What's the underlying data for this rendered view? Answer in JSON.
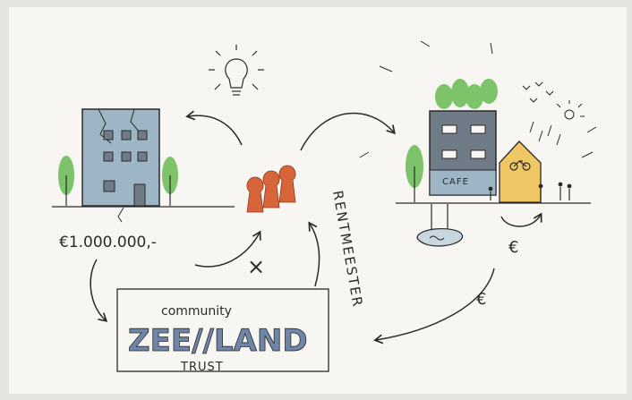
{
  "labels": {
    "price": "€1.000.000,-",
    "cafe": "CAFE",
    "rentmeester": "RENTMEESTER",
    "euro_bottom": "€",
    "euro_right": "€",
    "cross": "×"
  },
  "logo": {
    "community": "community",
    "main": "ZEE//LAND",
    "trust": "TRUST"
  },
  "colors": {
    "paper": "#f7f6f2",
    "ink": "#2a2a2a",
    "building_blue": "#8ea7b5",
    "building_grey": "#6f7b86",
    "tree_green": "#7cc36a",
    "people_orange": "#d8643a",
    "house_yellow": "#efc764",
    "logo_blue": "#6f86a8"
  }
}
